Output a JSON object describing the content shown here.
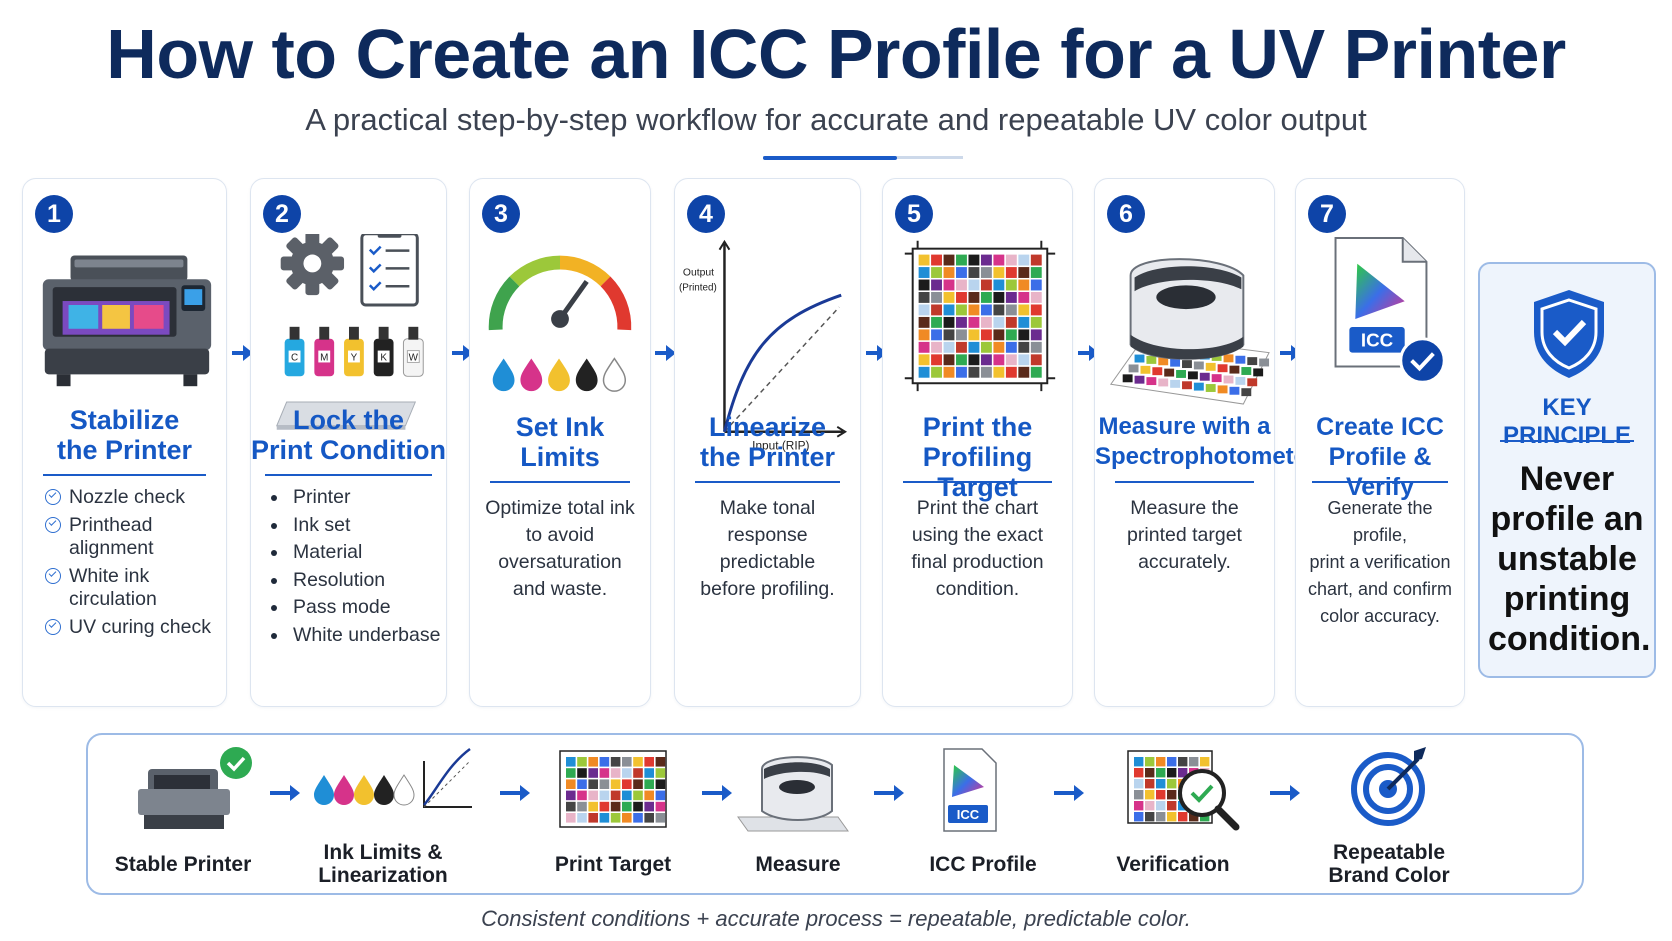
{
  "title": "How to Create an ICC Profile for a UV Printer",
  "subtitle": "A practical step-by-step workflow for accurate and repeatable UV color output",
  "steps": [
    {
      "number": "1",
      "title_line1": "Stabilize",
      "title_line2": "the Printer",
      "checklist": [
        "Nozzle check",
        "Printhead",
        "alignment",
        "White ink",
        "circulation",
        "UV curing check"
      ]
    },
    {
      "number": "2",
      "title_line1": "Lock the",
      "title_line2": "Print Condition",
      "bullets": [
        "Printer",
        "Ink set",
        "Material",
        "Resolution",
        "Pass mode",
        "White underbase"
      ],
      "ink_labels": [
        "C",
        "M",
        "Y",
        "K",
        "W"
      ]
    },
    {
      "number": "3",
      "title_line1": "Set Ink",
      "title_line2": "Limits",
      "desc": [
        "Optimize total ink",
        "to avoid",
        "oversaturation",
        "and waste."
      ]
    },
    {
      "number": "4",
      "title_line1": "Linearize",
      "title_line2": "the Printer",
      "desc": [
        "Make tonal",
        "response",
        "predictable",
        "before profiling."
      ],
      "graph_ylabel_1": "Output",
      "graph_ylabel_2": "(Printed)",
      "graph_xlabel": "Input (RIP)"
    },
    {
      "number": "5",
      "title_line1": "Print the",
      "title_line2": "Profiling Target",
      "desc": [
        "Print the chart",
        "using the exact",
        "final production",
        "condition."
      ]
    },
    {
      "number": "6",
      "title_line1": "Measure with a",
      "title_line2": "Spectrophotometer",
      "desc": [
        "Measure the",
        "printed target",
        "accurately."
      ]
    },
    {
      "number": "7",
      "title_line1": "Create ICC",
      "title_line2": "Profile & Verify",
      "desc": [
        "Generate the profile,",
        "print a verification",
        "chart, and confirm",
        "color accuracy."
      ],
      "icc_label": "ICC"
    }
  ],
  "key_principle": {
    "title": "KEY PRINCIPLE",
    "text": [
      "Never",
      "profile an",
      "unstable",
      "printing",
      "condition."
    ]
  },
  "flow": [
    {
      "label_1": "Stable Printer",
      "label_2": ""
    },
    {
      "label_1": "Ink Limits &",
      "label_2": "Linearization"
    },
    {
      "label_1": "Print Target",
      "label_2": ""
    },
    {
      "label_1": "Measure",
      "label_2": ""
    },
    {
      "label_1": "ICC Profile",
      "label_2": "",
      "icc_label": "ICC"
    },
    {
      "label_1": "Verification",
      "label_2": ""
    },
    {
      "label_1": "Repeatable",
      "label_2": "Brand Color"
    }
  ],
  "footer": "Consistent conditions + accurate process = repeatable, predictable color.",
  "colors": {
    "navy": "#0e2a5c",
    "accent_blue": "#1558c4",
    "badge_blue": "#0e44a8",
    "success_green": "#2eaa52"
  },
  "icons": [
    "uv-printer-icon",
    "gear-icon",
    "clipboard-icon",
    "ink-bottle-icon",
    "substrate-icon",
    "gauge-icon",
    "ink-drop-icon",
    "linearization-graph-icon",
    "color-target-icon",
    "spectrophotometer-icon",
    "icc-file-icon",
    "check-icon",
    "shield-check-icon",
    "arrow-right-icon",
    "magnifier-icon",
    "bullseye-icon"
  ]
}
